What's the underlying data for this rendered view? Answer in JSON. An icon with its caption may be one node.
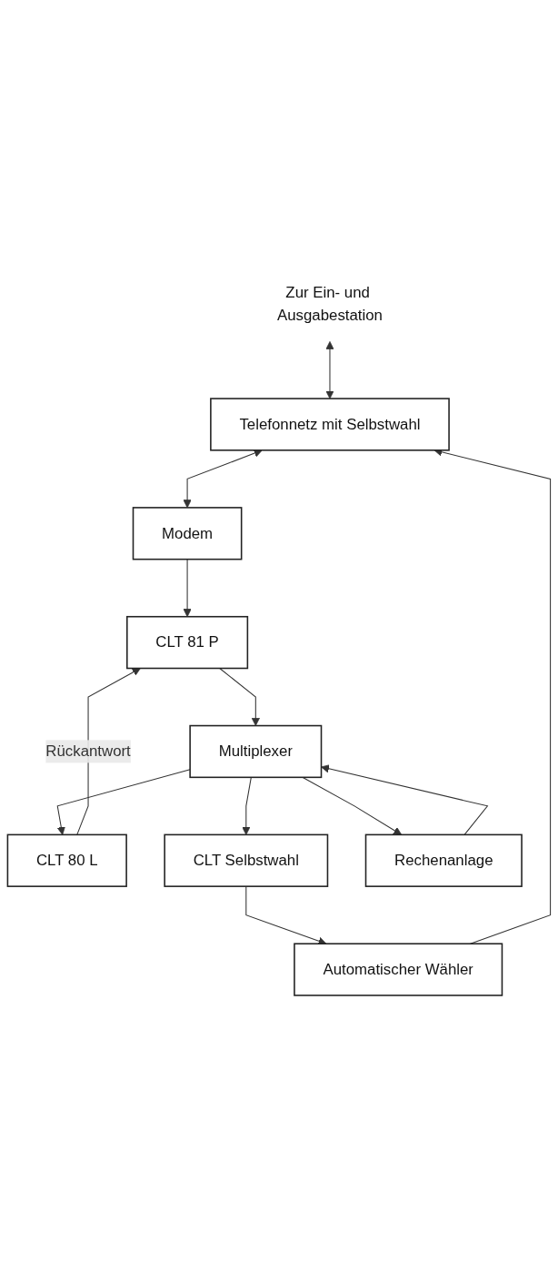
{
  "diagram": {
    "nodes": [
      {
        "text": [
          "Zur Ein- und Ausgabestation"
        ]
      },
      {
        "text": [
          "Telefonnetz mit Selbstwahl"
        ]
      },
      {
        "text": [
          "Modem"
        ]
      },
      {
        "text": [
          "Automatischer Wähler"
        ]
      },
      {
        "text": [
          "CLT 80 L"
        ]
      },
      {
        "text": [
          "CLT 81 P"
        ]
      },
      {
        "text": [
          "CLT Selbstwahl"
        ]
      },
      {
        "text": [
          "Multiplexer"
        ]
      },
      {
        "text": [
          "Rechenanlage"
        ]
      }
    ],
    "edges": [
      {
        "from": 0,
        "to": 1,
        "arrow": "both"
      },
      {
        "from": 1,
        "to": 2,
        "arrow": "both"
      },
      {
        "from": 3,
        "to": 1,
        "arrow": "to"
      },
      {
        "from": 2,
        "to": 5,
        "arrow": "to"
      },
      {
        "from": 4,
        "to": 5,
        "arrow": "to",
        "label": "Rückantwort"
      },
      {
        "from": 7,
        "to": 4,
        "arrow": "to"
      },
      {
        "from": 5,
        "to": 7,
        "arrow": "to"
      },
      {
        "from": 7,
        "to": 6,
        "arrow": "to"
      },
      {
        "from": 6,
        "to": 3,
        "arrow": "to"
      },
      {
        "from": 7,
        "to": 8,
        "arrow": "to"
      },
      {
        "from": 8,
        "to": 7,
        "arrow": "to"
      }
    ]
  }
}
